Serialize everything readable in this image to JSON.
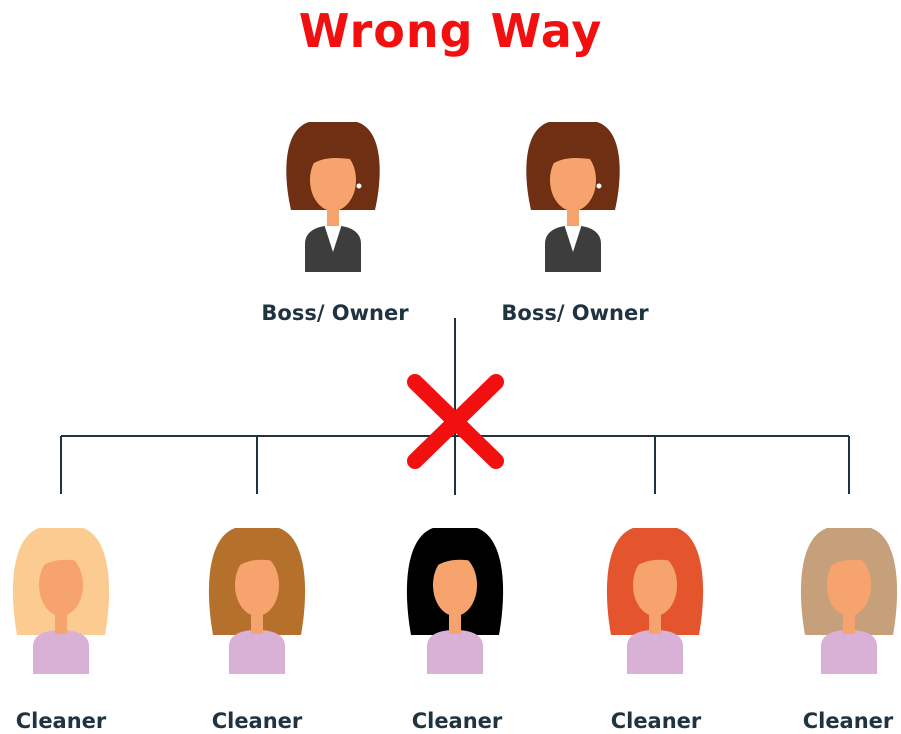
{
  "title": "Wrong Way",
  "colors": {
    "title": "#f20f10",
    "label": "#1f3340",
    "line": "#1f3340",
    "cross": "#f20f10",
    "skin": "#f7a36d",
    "suit": "#3d3d3d",
    "shirt": "#ffffff",
    "top": "#d9b0d6"
  },
  "bosses": [
    {
      "label": "Boss/ Owner",
      "hair": "#6e2f12"
    },
    {
      "label": "Boss/ Owner",
      "hair": "#6e2f12"
    }
  ],
  "cleaners": [
    {
      "label": "Cleaner",
      "hair": "#fccb92"
    },
    {
      "label": "Cleaner",
      "hair": "#b5712b"
    },
    {
      "label": "Cleaner",
      "hair": "#000000"
    },
    {
      "label": "Cleaner",
      "hair": "#e4552d"
    },
    {
      "label": "Cleaner",
      "hair": "#c6a07a"
    }
  ],
  "cross_icon": "x-mark-icon"
}
